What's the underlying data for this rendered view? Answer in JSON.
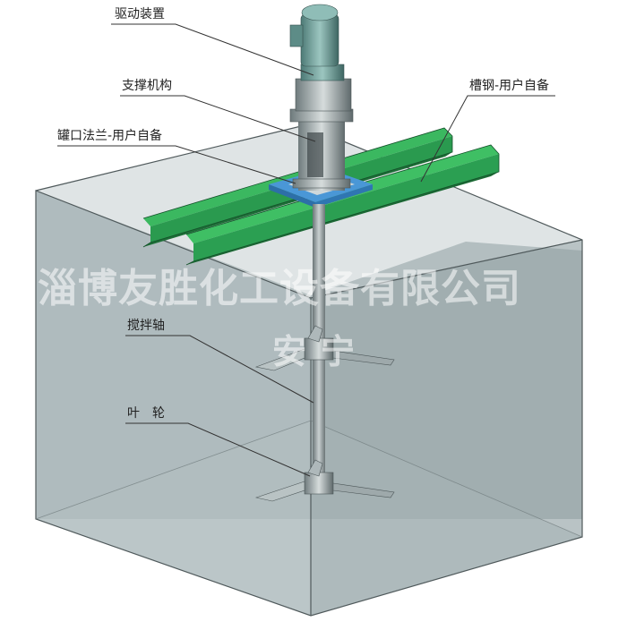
{
  "labels": {
    "drive_unit": "驱动装置",
    "support_frame": "支撑机构",
    "tank_flange": "罐口法兰-用户自备",
    "channel_steel": "槽钢-用户自备",
    "agitator_shaft": "搅拌轴",
    "impeller": "叶　轮"
  },
  "watermark": {
    "company": "淄博友胜化工设备有限公司",
    "mark": "安宁"
  },
  "colors": {
    "tank_face": "#a7b4b6",
    "tank_edge": "#505a5c",
    "channel_green": "#2ea552",
    "channel_dark": "#1c6e37",
    "flange_blue": "#3f8fd0",
    "motor_teal": "#7aa9a4",
    "shaft_gray": "#8f9a9c"
  }
}
